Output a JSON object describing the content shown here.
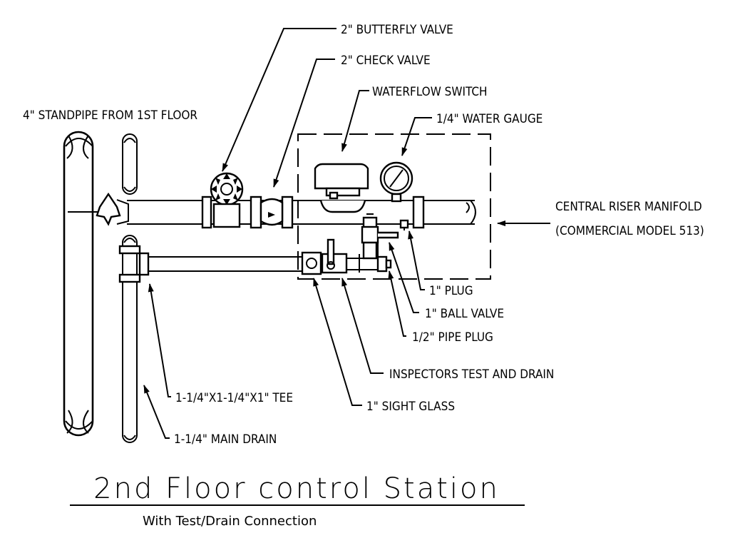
{
  "title": "2nd Floor control Station",
  "subtitle": "With Test/Drain Connection",
  "labels": {
    "standpipe": "4\" STANDPIPE FROM 1ST FLOOR",
    "butterfly_valve": "2\" BUTTERFLY VALVE",
    "check_valve": "2\" CHECK VALVE",
    "waterflow_switch": "WATERFLOW SWITCH",
    "water_gauge": "1/4\" WATER GAUGE",
    "manifold_line1": "CENTRAL RISER MANIFOLD",
    "manifold_line2": "(COMMERCIAL MODEL 513)",
    "plug": "1\" PLUG",
    "ball_valve": "1\" BALL VALVE",
    "pipe_plug": "1/2\" PIPE PLUG",
    "inspectors_test": "INSPECTORS TEST AND DRAIN",
    "sight_glass": "1\" SIGHT GLASS",
    "tee": "1-1/4\"X1-1/4\"X1\" TEE",
    "main_drain": "1-1/4\" MAIN DRAIN"
  }
}
